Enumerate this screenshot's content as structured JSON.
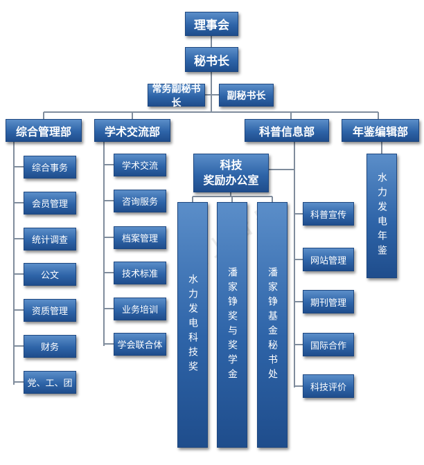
{
  "top": {
    "chair": "理事会",
    "secgen": "秘书长"
  },
  "deputies": {
    "standing": "常务副秘书长",
    "deputy": "副秘书长"
  },
  "departments": [
    {
      "name": "综合管理部",
      "items": [
        "综合事务",
        "会员管理",
        "统计调查",
        "公文",
        "资质管理",
        "财务",
        "党、工、团"
      ]
    },
    {
      "name": "学术交流部",
      "items": [
        "学术交流",
        "咨询服务",
        "档案管理",
        "技术标准",
        "业务培训",
        "学会联合体"
      ]
    },
    {
      "name": "科普信息部",
      "items": [
        "科普宣传",
        "网站管理",
        "期刊管理",
        "国际合作",
        "科技评价"
      ]
    },
    {
      "name": "年鉴编辑部",
      "items": [
        "水力发电年鉴"
      ]
    }
  ],
  "award_office": {
    "line1": "科技",
    "line2": "奖励办公室",
    "items": [
      "水力发电科技奖",
      "潘家铮奖与奖学金",
      "潘家铮基金秘书处"
    ]
  },
  "colors": {
    "box_light": "#5b8ec9",
    "box_dark": "#1f4d8c",
    "line": "#7f8c9c"
  }
}
